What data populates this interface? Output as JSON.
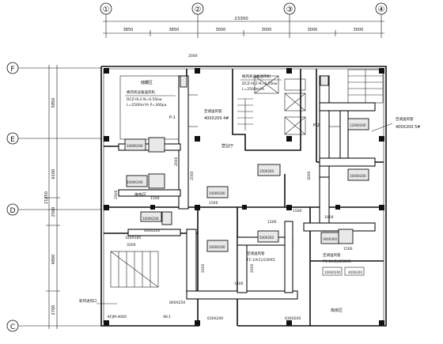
{
  "grid_axes": {
    "columns": [
      "①",
      "②",
      "③",
      "④"
    ],
    "rows": [
      "F",
      "E",
      "D",
      "C"
    ]
  },
  "dimensions": {
    "top_total": "23300",
    "top_segments": [
      "3850",
      "3850",
      "3000",
      "3000",
      "3000",
      "3000"
    ],
    "left_total": "21850",
    "left_segments": [
      "5850",
      "6100",
      "2500",
      "4800",
      "2700"
    ],
    "left_sub": [
      "6100"
    ],
    "misc": [
      "2000",
      "2000",
      "1500",
      "1500",
      "2500",
      "2000",
      "1500",
      "1200",
      "1000",
      "3200",
      "2000",
      "3000",
      "1400",
      "2000",
      "1500"
    ]
  },
  "rooms": {
    "upper_left": "储藏区",
    "center": "营业厅",
    "lower_right": "库房区"
  },
  "equipment_labels": {
    "fan_left_title": "换风机设备送风机",
    "fan_left_spec": "DCZ-III-2 N=0.55kw",
    "fan_left_flow": "L=2500m³/h P=300pa",
    "fan_mid_title": "换风机设备送风机",
    "fan_mid_spec": "DCZ-III-2 N=0.55kw",
    "fan_mid_flow": "L=2500m³/h",
    "unit_p1": "P-1",
    "unit_p2": "P-2",
    "duct_label_center": "空调送风管",
    "duct_size_center": "400X200 4#",
    "duct_label_right": "空调送风管",
    "duct_size_right": "400X200 5#",
    "left_room": "换热区",
    "duct_size_left": "400X200",
    "duct_size_lower": "320X160",
    "duct_size_bottom_a": "800X250",
    "duct_size_bottom_b": "630X200",
    "duct_size_bottom_c": "630X200",
    "xk_label": "XK-1",
    "kfjm": "KFJM-4000",
    "lower_duct_title": "空调送风管",
    "lower_duct_spec": "FC-1A(1)/230X5",
    "lower_duct_title2": "空调送风管",
    "lower_duct_spec2": "FC-1A(1)/230X5",
    "fresh_air": "新风进风口",
    "unit_label_1": "1000X200",
    "unit_label_2": "1000X200",
    "unit_label_3": "1000X200",
    "unit_label_4": "1000X200",
    "unit_label_5": "500X200",
    "unit_label_6": "300X300",
    "unit_label_7": "1200X200",
    "unit_label_8": "1000X200",
    "unit_label_9": "250X200",
    "unit_label_10": "1000X200",
    "unit_label_11": "1000X200",
    "unit_label_12": "400X200"
  }
}
